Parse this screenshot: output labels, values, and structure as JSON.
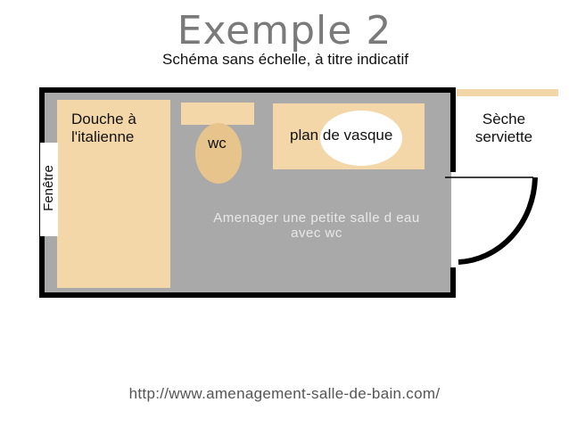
{
  "title": "Exemple 2",
  "subtitle": "Schéma sans échelle, à titre indicatif",
  "labels": {
    "shower": "Douche à l'italienne",
    "wc": "wc",
    "vanity": "plan de vasque",
    "towel_dryer": "Sèche serviette",
    "window": "Fenêtre",
    "room_note": "Amenager une petite salle d eau avec wc"
  },
  "footer_url": "http://www.amenagement-salle-de-bain.com/",
  "colors": {
    "wall": "#000000",
    "floor": "#a9a9a9",
    "fixture": "#f3d7a9",
    "wc_bowl": "#e8c48d",
    "title_gray": "#7a7a7a"
  }
}
